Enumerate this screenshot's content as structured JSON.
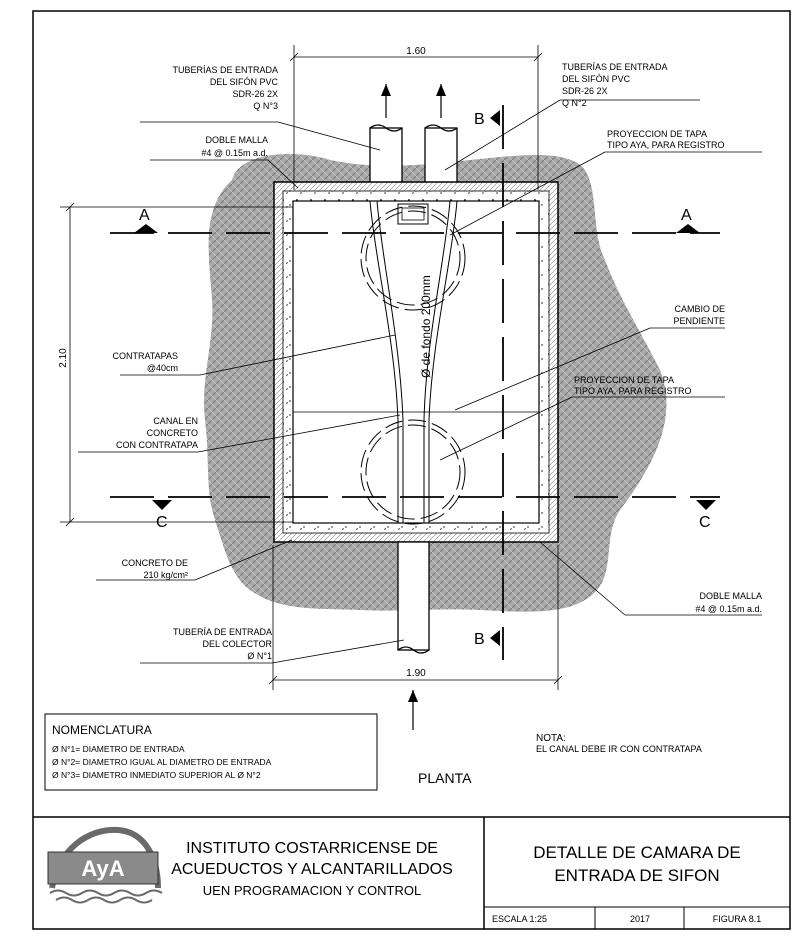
{
  "labels": {
    "tub_sifon3": [
      "TUBERÍAS DE ENTRADA",
      "DEL SIFÓN PVC",
      "SDR-26 2X",
      "Q N°3"
    ],
    "tub_sifon2": [
      "TUBERÍAS DE ENTRADA",
      "DEL SIFÓN PVC",
      "SDR-26 2X",
      "Q N°2"
    ],
    "doble_malla_top": [
      "DOBLE MALLA",
      "#4 @ 0.15m a.d."
    ],
    "proy_tapa_top": [
      "PROYECCION DE TAPA",
      "TIPO AYA, PARA REGISTRO"
    ],
    "contratapas": [
      "CONTRATAPAS",
      "@40cm"
    ],
    "cambio_pendiente": [
      "CAMBIO DE",
      "PENDIENTE"
    ],
    "proy_tapa_mid": [
      "PROYECCION DE TAPA",
      "TIPO AYA, PARA REGISTRO"
    ],
    "canal": [
      "CANAL EN",
      "CONCRETO",
      "CON CONTRATAPA"
    ],
    "concreto": [
      "CONCRETO DE",
      "210 kg/cm²"
    ],
    "doble_malla_bottom": [
      "DOBLE MALLA",
      "#4 @ 0.15m a.d."
    ],
    "tub_colector": [
      "TUBERÍA DE ENTRADA",
      "DEL COLECTOR",
      "Ø N°1"
    ],
    "fondo": "Ø de fondo 200mm"
  },
  "dimensions": {
    "top_width": "1.60",
    "bottom_width": "1.90",
    "height": "2.10"
  },
  "sections": {
    "a": "A",
    "b": "B",
    "c": "C"
  },
  "nomenclatura": {
    "title": "NOMENCLATURA",
    "items": [
      "Ø N°1= DIAMETRO DE ENTRADA",
      "Ø N°2= DIAMETRO IGUAL AL DIAMETRO DE ENTRADA",
      "Ø N°3= DIAMETRO INMEDIATO SUPERIOR AL Ø N°2"
    ]
  },
  "nota": {
    "title": "NOTA:",
    "text": "EL CANAL DEBE IR CON CONTRATAPA"
  },
  "view_title": "PLANTA",
  "title_block": {
    "institution_line1": "INSTITUTO COSTARRICENSE DE",
    "institution_line2": "ACUEDUCTOS Y ALCANTARILLADOS",
    "department": "UEN PROGRAMACION Y CONTROL",
    "logo_text": "AyA",
    "drawing_title_line1": "DETALLE DE CAMARA DE",
    "drawing_title_line2": "ENTRADA DE SIFON",
    "scale": "ESCALA 1:25",
    "year": "2017",
    "figure": "FIGURA 8.1"
  },
  "colors": {
    "soil": "#9a9a9a",
    "line": "#000000",
    "background": "#ffffff"
  }
}
